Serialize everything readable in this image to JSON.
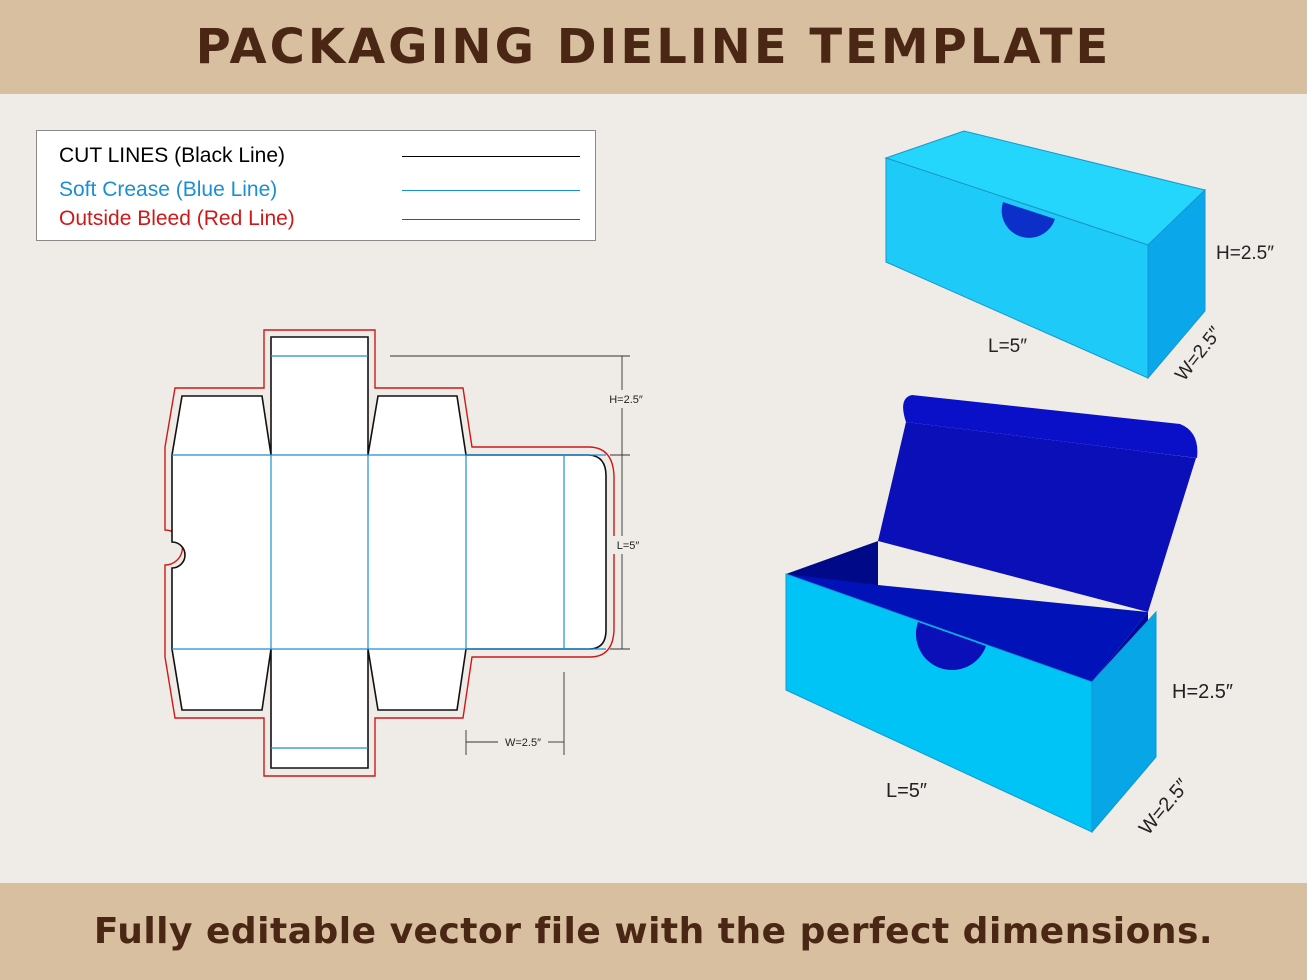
{
  "header": {
    "title": "PACKAGING DIELINE TEMPLATE"
  },
  "legend": {
    "items": [
      {
        "label": "CUT LINES (Black Line)",
        "color": "#000000"
      },
      {
        "label": "Soft Crease (Blue Line)",
        "color": "#1a8fd6"
      },
      {
        "label": "Outside Bleed (Red Line)",
        "color": "#d01818"
      }
    ]
  },
  "dieline": {
    "height_label": "H=2.5″",
    "length_label": "L=5″",
    "width_label": "W=2.5″"
  },
  "closed_box": {
    "height_label": "H=2.5″",
    "length_label": "L=5″",
    "width_label": "W=2.5″"
  },
  "open_box": {
    "height_label": "H=2.5″",
    "length_label": "L=5″",
    "width_label": "W=2.5″"
  },
  "colors": {
    "banner": "#d7bfa0",
    "title_text": "#4a2714",
    "background": "#efebe6",
    "box_light": "#1ecbf8",
    "box_side": "#0aa8ea",
    "box_inner_dark": "#0b0fb8",
    "box_inner_deep": "#000a9a"
  },
  "footer": {
    "text": "Fully editable vector file with the perfect dimensions."
  }
}
